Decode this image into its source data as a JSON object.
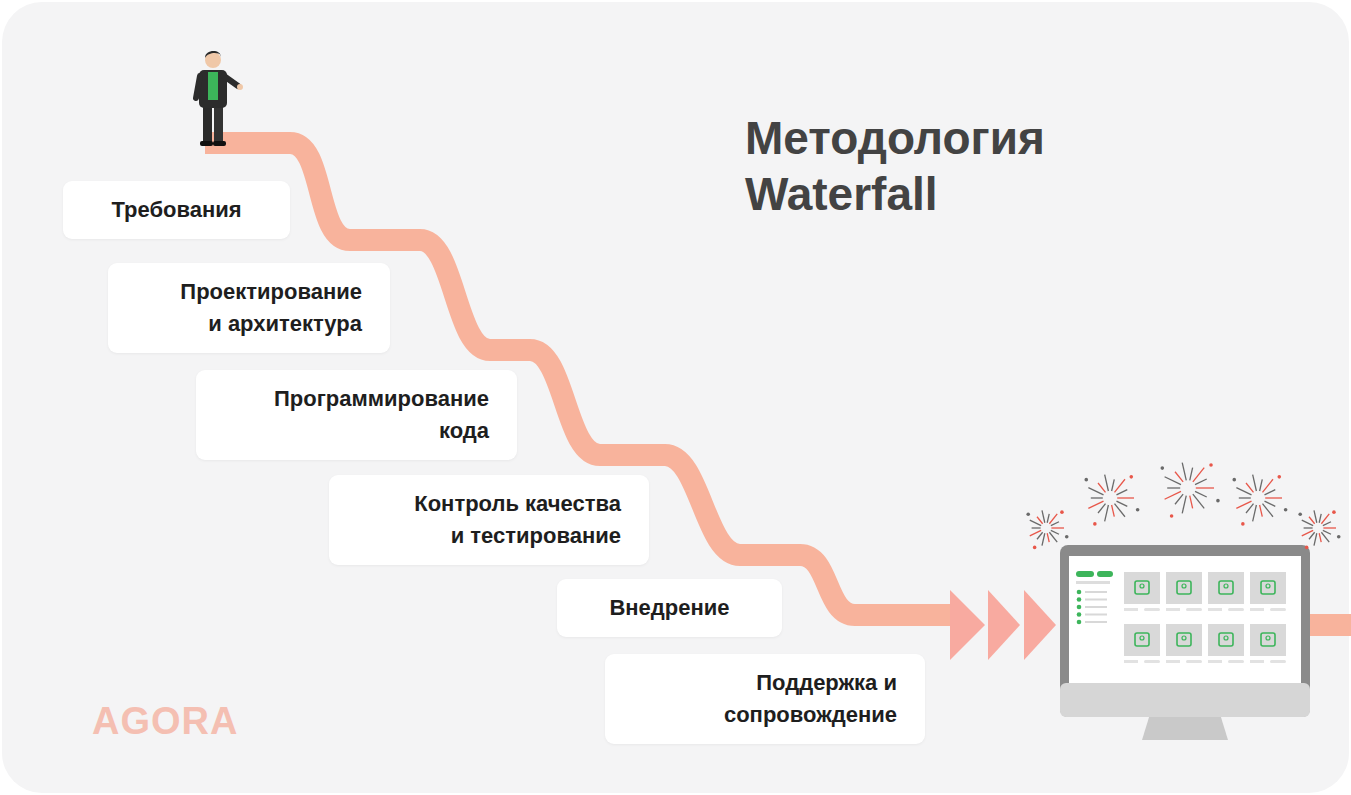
{
  "diagram": {
    "title": "Методология Waterfall",
    "nodes": [
      {
        "text": [
          "Требования"
        ]
      },
      {
        "text": [
          "Проектирование и архитектура"
        ]
      },
      {
        "text": [
          "Программирование кода"
        ]
      },
      {
        "text": [
          "Контроль качества и тестирование"
        ]
      },
      {
        "text": [
          "Внедрение"
        ]
      },
      {
        "text": [
          "Поддержка и сопровождение"
        ]
      }
    ],
    "labels": [
      "AGORA"
    ]
  }
}
